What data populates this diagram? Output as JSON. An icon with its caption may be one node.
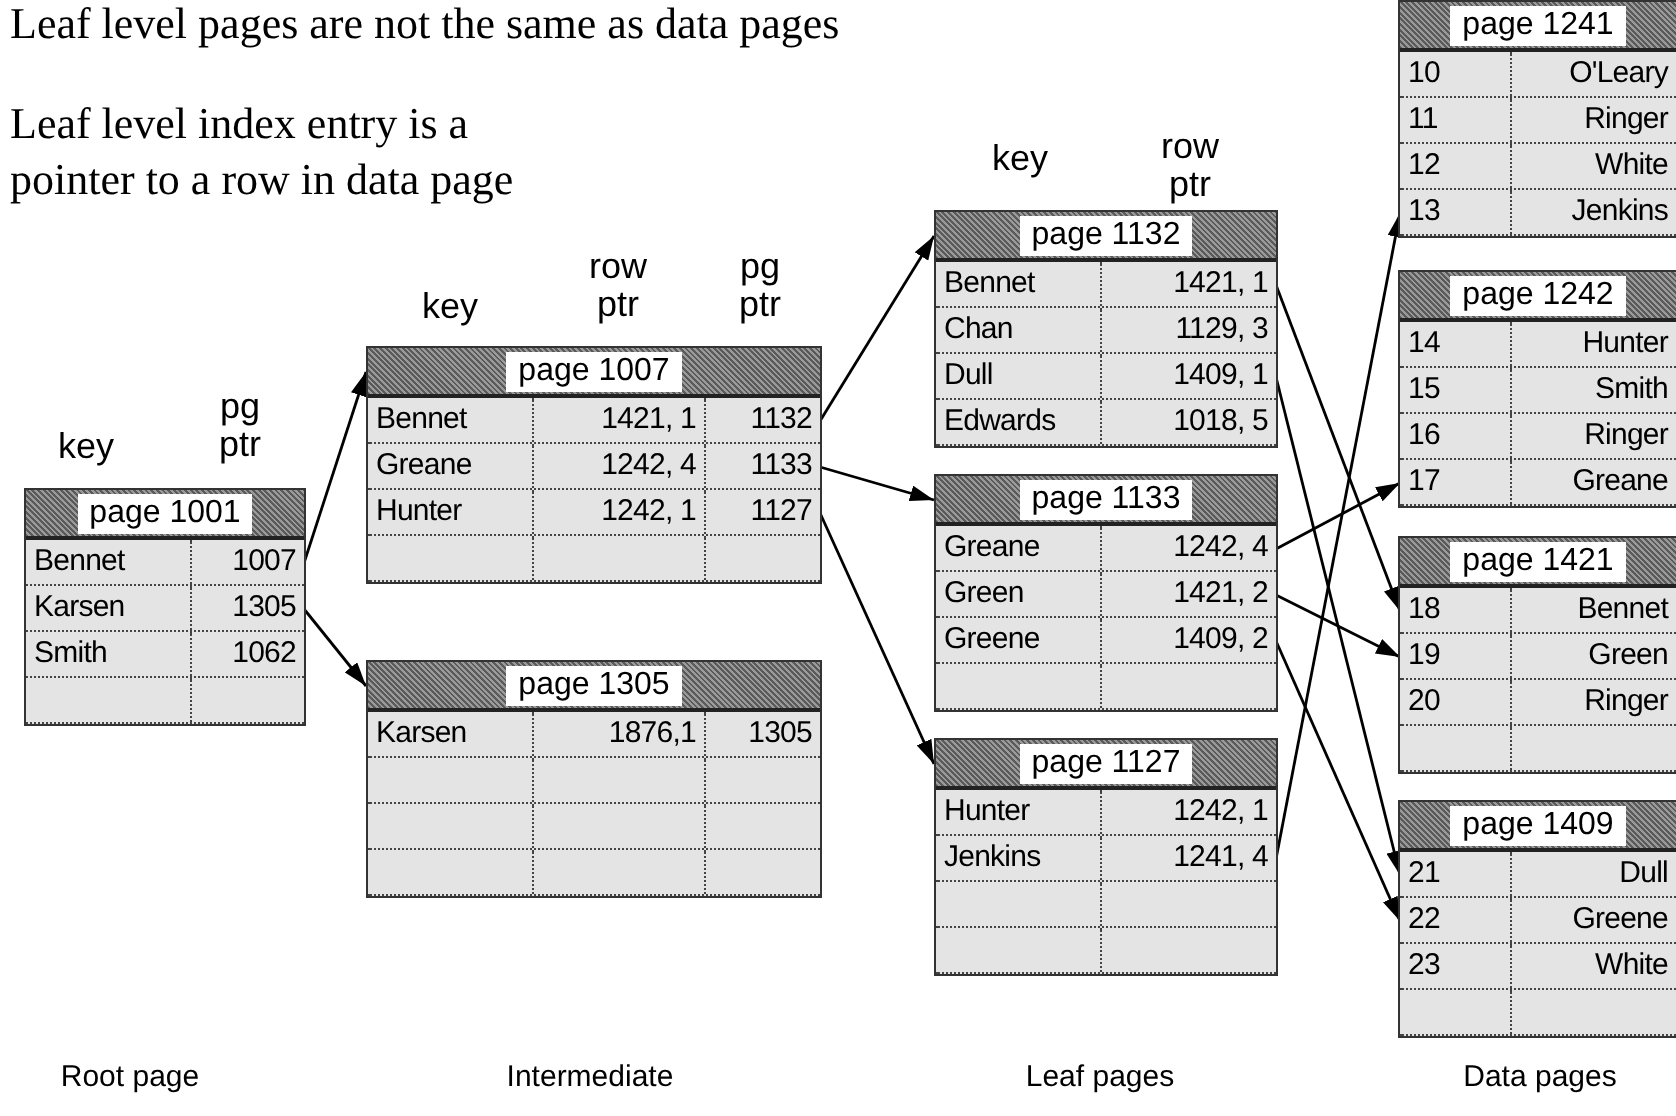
{
  "diagram": {
    "title": "Leaf level pages are not the same as data pages",
    "nodes": [
      {
        "text": [
          "page 1001"
        ]
      },
      {
        "text": [
          "Bennet",
          "1007"
        ],
        "in": 0
      },
      {
        "text": [
          "Karsen",
          "1305"
        ],
        "in": 0
      },
      {
        "text": [
          "Smith",
          "1062"
        ],
        "in": 0
      },
      {
        "text": [],
        "shape": "box",
        "in": 0
      },
      {
        "text": [
          "page 1007"
        ]
      },
      {
        "text": [
          "Bennet",
          "1421, 1",
          "1132"
        ],
        "in": 5
      },
      {
        "text": [
          "Greane",
          "1242, 4",
          "1133"
        ],
        "in": 5
      },
      {
        "text": [
          "Hunter",
          "1242, 1",
          "1127"
        ],
        "in": 5
      },
      {
        "text": [],
        "shape": "box",
        "in": 5
      },
      {
        "text": [
          "page 1305"
        ]
      },
      {
        "text": [
          "Karsen",
          "1876,1",
          "1305"
        ],
        "in": 10
      },
      {
        "text": [],
        "shape": "box",
        "in": 10
      },
      {
        "text": [],
        "shape": "box",
        "in": 10
      },
      {
        "text": [],
        "shape": "box",
        "in": 10
      },
      {
        "text": [
          "page 1132"
        ]
      },
      {
        "text": [
          "Bennet",
          "1421, 1"
        ],
        "in": 15
      },
      {
        "text": [
          "Chan",
          "1129, 3"
        ],
        "in": 15
      },
      {
        "text": [
          "Dull",
          "1409, 1"
        ],
        "in": 15
      },
      {
        "text": [
          "Edwards",
          "1018, 5"
        ],
        "in": 15
      },
      {
        "text": [
          "page 1133"
        ]
      },
      {
        "text": [
          "Greane",
          "1242, 4"
        ],
        "in": 20
      },
      {
        "text": [
          "Green",
          "1421, 2"
        ],
        "in": 20
      },
      {
        "text": [
          "Greene",
          "1409, 2"
        ],
        "in": 20
      },
      {
        "text": [],
        "shape": "box",
        "in": 20
      },
      {
        "text": [
          "page 1127"
        ]
      },
      {
        "text": [
          "Hunter",
          "1242, 1"
        ],
        "in": 25
      },
      {
        "text": [
          "Jenkins",
          "1241, 4"
        ],
        "in": 25
      },
      {
        "text": [],
        "shape": "box",
        "in": 25
      },
      {
        "text": [],
        "shape": "box",
        "in": 25
      },
      {
        "text": [
          "page 1241"
        ]
      },
      {
        "text": [
          "10",
          "O'Leary"
        ],
        "in": 30
      },
      {
        "text": [
          "11",
          "Ringer"
        ],
        "in": 30
      },
      {
        "text": [
          "12",
          "White"
        ],
        "in": 30
      },
      {
        "text": [
          "13",
          "Jenkins"
        ],
        "in": 30
      },
      {
        "text": [
          "page 1242"
        ]
      },
      {
        "text": [
          "14",
          "Hunter"
        ],
        "in": 35
      },
      {
        "text": [
          "15",
          "Smith"
        ],
        "in": 35
      },
      {
        "text": [
          "16",
          "Ringer"
        ],
        "in": 35
      },
      {
        "text": [
          "17",
          "Greane"
        ],
        "in": 35
      },
      {
        "text": [
          "page 1421"
        ]
      },
      {
        "text": [
          "18",
          "Bennet"
        ],
        "in": 40
      },
      {
        "text": [
          "19",
          "Green"
        ],
        "in": 40
      },
      {
        "text": [
          "20",
          "Ringer"
        ],
        "in": 40
      },
      {
        "text": [],
        "shape": "box",
        "in": 40
      },
      {
        "text": [
          "page 1409"
        ]
      },
      {
        "text": [
          "21",
          "Dull"
        ],
        "in": 45
      },
      {
        "text": [
          "22",
          "Greene"
        ],
        "in": 45
      },
      {
        "text": [
          "23",
          "White"
        ],
        "in": 45
      },
      {
        "text": [],
        "shape": "box",
        "in": 45
      }
    ],
    "edges": [
      {
        "from": 1,
        "to": 5,
        "arrow": "to"
      },
      {
        "from": 2,
        "to": 10,
        "arrow": "to"
      },
      {
        "from": 6,
        "to": 15,
        "arrow": "to"
      },
      {
        "from": 7,
        "to": 20,
        "arrow": "to"
      },
      {
        "from": 8,
        "to": 25,
        "arrow": "to"
      },
      {
        "from": 16,
        "to": 41,
        "arrow": "to"
      },
      {
        "from": 18,
        "to": 46,
        "arrow": "to"
      },
      {
        "from": 21,
        "to": 39,
        "arrow": "to"
      },
      {
        "from": 22,
        "to": 42,
        "arrow": "to"
      },
      {
        "from": 23,
        "to": 47,
        "arrow": "to"
      },
      {
        "from": 27,
        "to": 34,
        "arrow": "to"
      }
    ],
    "labels": [
      "Leaf level index entry is a pointer to a row in data page",
      "key",
      "row ptr",
      "key",
      "row ptr",
      "pg ptr",
      "key",
      "pg ptr",
      "Root page",
      "Intermediate",
      "Leaf pages",
      "Data pages"
    ]
  }
}
